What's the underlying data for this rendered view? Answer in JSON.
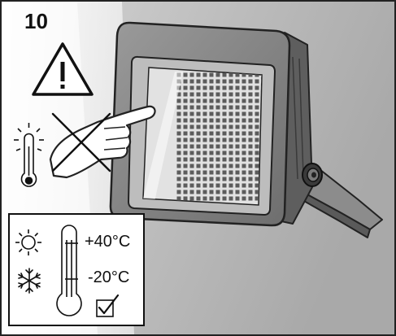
{
  "step": {
    "number": "10"
  },
  "warning": {
    "icon": "warning-triangle-icon"
  },
  "temperature_range": {
    "max_label": "+40°C",
    "min_label": "-20°C",
    "icons": [
      "sun-icon",
      "snowflake-icon",
      "thermometer-icon",
      "checkbox-checked-icon"
    ]
  },
  "colors": {
    "frame": "#222222",
    "background_grey": "#c8c8c8",
    "housing": "#8a8a8a",
    "led_panel": "#d9d9d9",
    "led_dots": "#5c5c5c"
  }
}
